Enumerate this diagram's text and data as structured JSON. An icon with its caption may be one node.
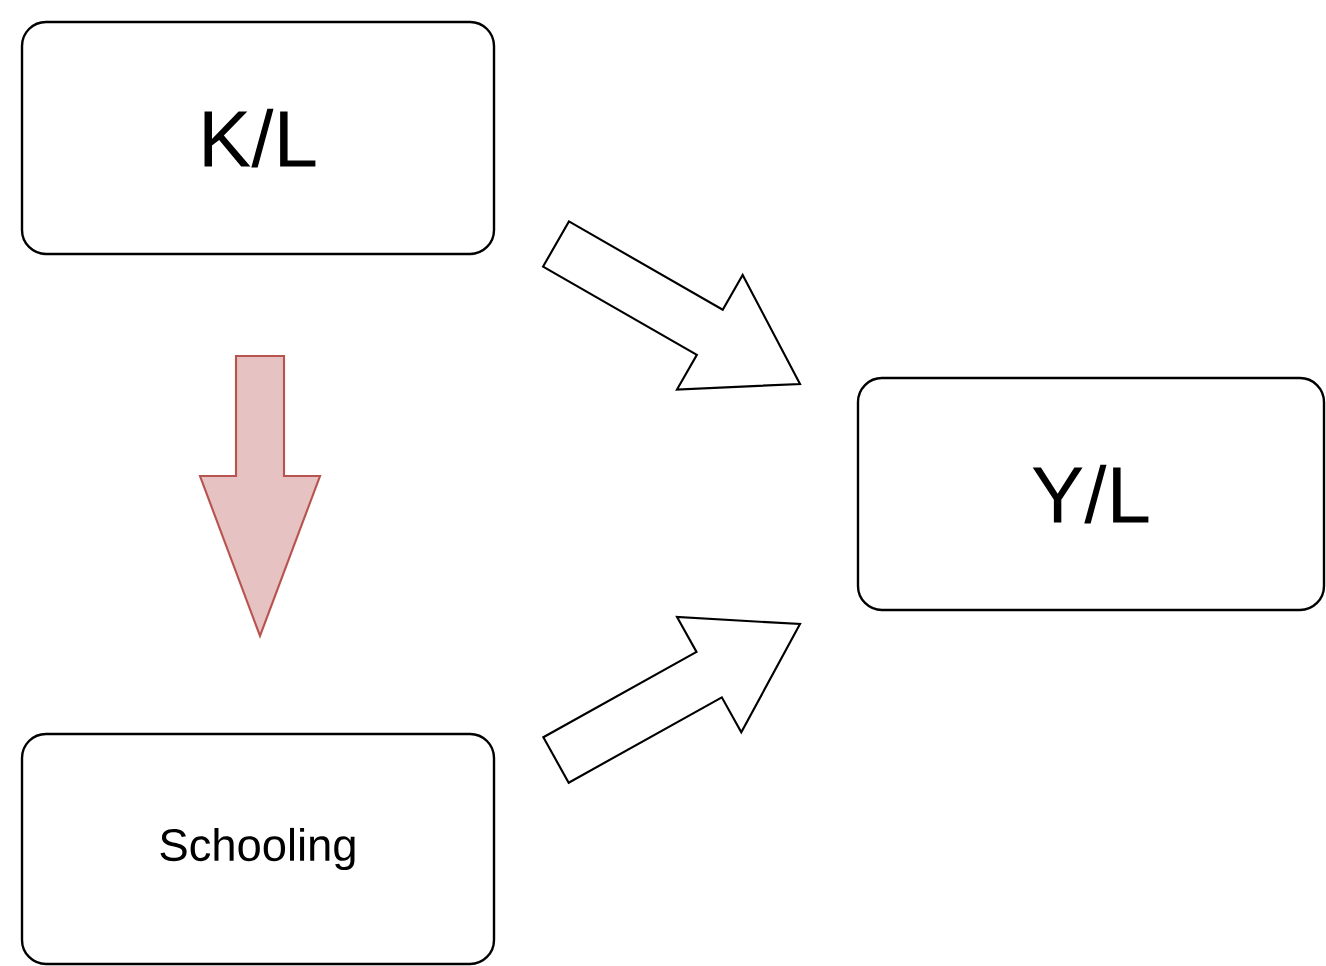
{
  "diagram": {
    "nodes": [
      {
        "text": [
          "K/L"
        ]
      },
      {
        "text": [
          "Y/L"
        ]
      },
      {
        "text": [
          "Schooling"
        ]
      }
    ],
    "edges": [
      {
        "from": 0,
        "to": 1,
        "arrow": "to"
      },
      {
        "from": 2,
        "to": 1,
        "arrow": "to"
      },
      {
        "from": 0,
        "to": 2,
        "arrow": "to",
        "color": "#b85450"
      }
    ]
  }
}
